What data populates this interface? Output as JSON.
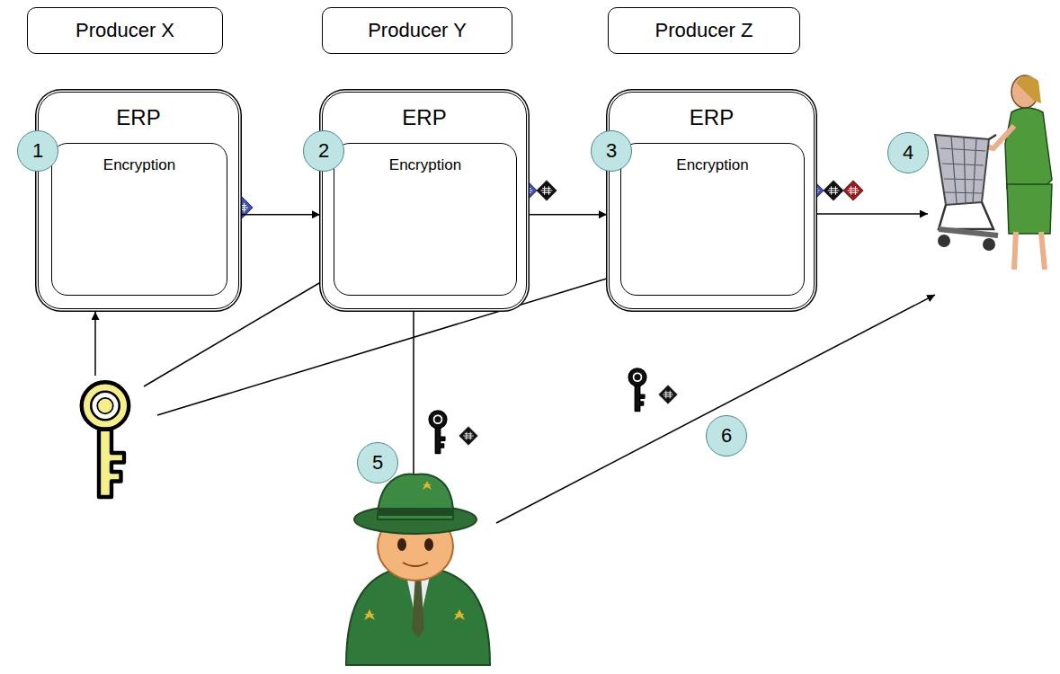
{
  "diagram": {
    "nodes": [
      {
        "text": [
          "Producer X"
        ]
      },
      {
        "text": [
          "Producer Y"
        ]
      },
      {
        "text": [
          "Producer Z"
        ]
      },
      {
        "text": [
          "ERP"
        ]
      },
      {
        "text": [
          "Encryption"
        ],
        "in": 3
      },
      {
        "text": [
          "ERP"
        ]
      },
      {
        "text": [
          "Encryption"
        ],
        "in": 5
      },
      {
        "text": [
          "ERP"
        ]
      },
      {
        "text": [
          "Encryption"
        ],
        "in": 7
      }
    ],
    "edges": [
      {
        "from": 3,
        "to": 5,
        "arrow": "to"
      },
      {
        "from": 5,
        "to": 7,
        "arrow": "to"
      }
    ],
    "labels": [
      "1",
      "2",
      "3",
      "4",
      "5",
      "6"
    ]
  }
}
